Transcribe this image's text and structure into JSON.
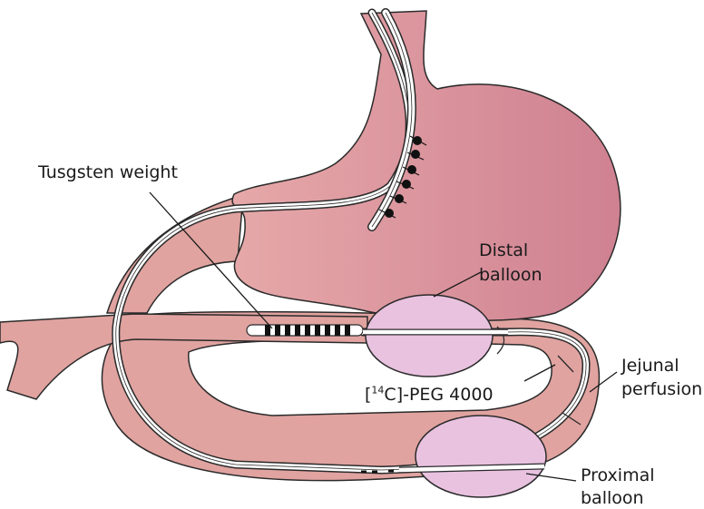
{
  "labels": {
    "tungsten_weight": "Tusgsten weight",
    "distal_balloon_line1": "Distal",
    "distal_balloon_line2": "balloon",
    "jejunal_perfusion_line1": "Jejunal",
    "jejunal_perfusion_line2": "perfusion",
    "peg_open": "[",
    "peg_sup": "14",
    "peg_rest": "C]-PEG 4000",
    "proximal_balloon_line1": "Proximal",
    "proximal_balloon_line2": "balloon"
  },
  "colors": {
    "stomach_fill": "#d98f96",
    "stomach_fill_dark": "#cf8191",
    "intestine_fill": "#e0a3a0",
    "tissue_outline": "#2a2a2a",
    "balloon_fill": "#e9c2e0",
    "tube_fill": "#ffffff",
    "marker_fill": "#111111"
  }
}
